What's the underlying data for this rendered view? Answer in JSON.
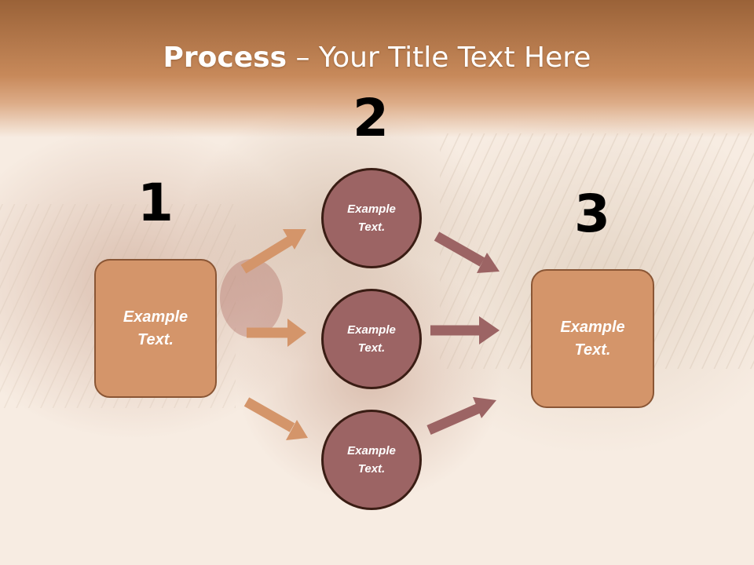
{
  "title": {
    "bold": "Process",
    "rest": " – Your Title Text Here"
  },
  "steps": [
    {
      "number": "1",
      "label": "Example Text."
    },
    {
      "number": "2"
    },
    {
      "number": "3",
      "label": "Example Text."
    }
  ],
  "circles": [
    {
      "label": "Example Text."
    },
    {
      "label": "Example Text."
    },
    {
      "label": "Example Text."
    }
  ],
  "colors": {
    "box_fill": "#d4956a",
    "box_border": "#8a5635",
    "circle_fill": "#9c6464",
    "circle_border": "#3a1d14",
    "arrow_left": "#d4956a",
    "arrow_right": "#9c6464"
  }
}
